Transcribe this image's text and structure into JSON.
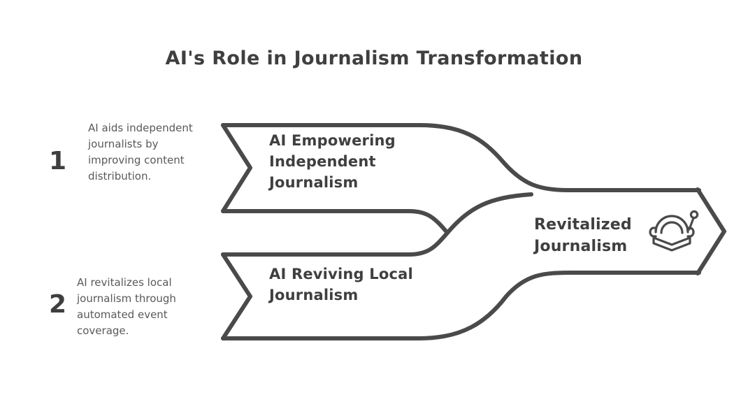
{
  "title": "AI's Role in Journalism Transformation",
  "theme": {
    "stroke": "#4a4a4a",
    "title_color": "#3f3f3f",
    "note_color": "#59595b",
    "background": "#ffffff"
  },
  "notes": [
    {
      "number": "1",
      "text": "AI aids independent journalists by improving content distribution."
    },
    {
      "number": "2",
      "text": "AI revitalizes local journalism through automated event coverage."
    }
  ],
  "bands": [
    {
      "label": "AI Empowering Independent Journalism"
    },
    {
      "label": "AI Reviving Local Journalism"
    }
  ],
  "result": {
    "label": "Revitalized Journalism",
    "icon": "ai-robot-reading-book-icon"
  }
}
